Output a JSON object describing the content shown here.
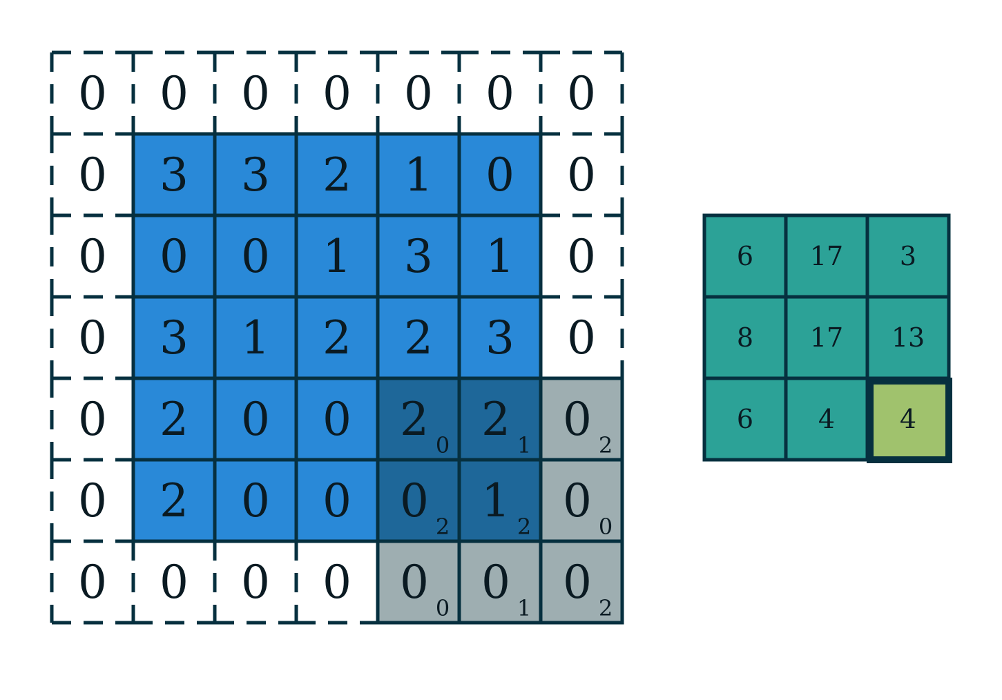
{
  "input_grid": {
    "rows": [
      [
        "0",
        "0",
        "0",
        "0",
        "0",
        "0",
        "0"
      ],
      [
        "0",
        "3",
        "3",
        "2",
        "1",
        "0",
        "0"
      ],
      [
        "0",
        "0",
        "0",
        "1",
        "3",
        "1",
        "0"
      ],
      [
        "0",
        "3",
        "1",
        "2",
        "2",
        "3",
        "0"
      ],
      [
        "0",
        "2",
        "0",
        "0",
        "2",
        "2",
        "0"
      ],
      [
        "0",
        "2",
        "0",
        "0",
        "0",
        "1",
        "0"
      ],
      [
        "0",
        "0",
        "0",
        "0",
        "0",
        "0",
        "0"
      ]
    ],
    "kernel_weights": [
      [
        "0",
        "1",
        "2"
      ],
      [
        "2",
        "2",
        "0"
      ],
      [
        "0",
        "1",
        "2"
      ]
    ],
    "kernel_window": {
      "row_start": 4,
      "col_start": 4,
      "size": 3
    },
    "colors": {
      "input": "#2989d8",
      "overlap": "#1e6799",
      "padding_in_kernel": "#9eaeb1",
      "border": "#06303f",
      "padding": "#ffffff"
    }
  },
  "output_grid": {
    "rows": [
      [
        "6",
        "17",
        "3"
      ],
      [
        "8",
        "17",
        "13"
      ],
      [
        "6",
        "4",
        "4"
      ]
    ],
    "highlight": {
      "row": 2,
      "col": 2
    },
    "colors": {
      "cell": "#2ca297",
      "highlight": "#a0c26d",
      "border": "#06303f"
    }
  }
}
